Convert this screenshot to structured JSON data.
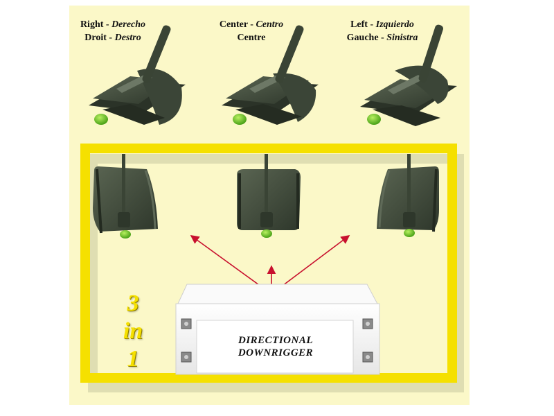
{
  "positions": {
    "right": {
      "en": "Right",
      "es": "Derecho",
      "fr": "Droit",
      "it": "Destro"
    },
    "center": {
      "en": "Center",
      "es": "Centro",
      "fr": "Centre"
    },
    "left": {
      "en": "Left",
      "es": "Izquierdo",
      "fr": "Gauche",
      "it": "Sinistra"
    }
  },
  "badge": {
    "line1": "3",
    "line2": "in",
    "line3": "1"
  },
  "device": {
    "line1": "DIRECTIONAL",
    "line2": "DOWNRIGGER"
  },
  "colors": {
    "panel": "#fbf8c8",
    "frame": "#f5e000",
    "device_body": "#3f4a3a",
    "device_dark": "#2b3328",
    "nose": "#6cc61c",
    "arrow": "#c8102e",
    "box": "#f3f3f3"
  }
}
